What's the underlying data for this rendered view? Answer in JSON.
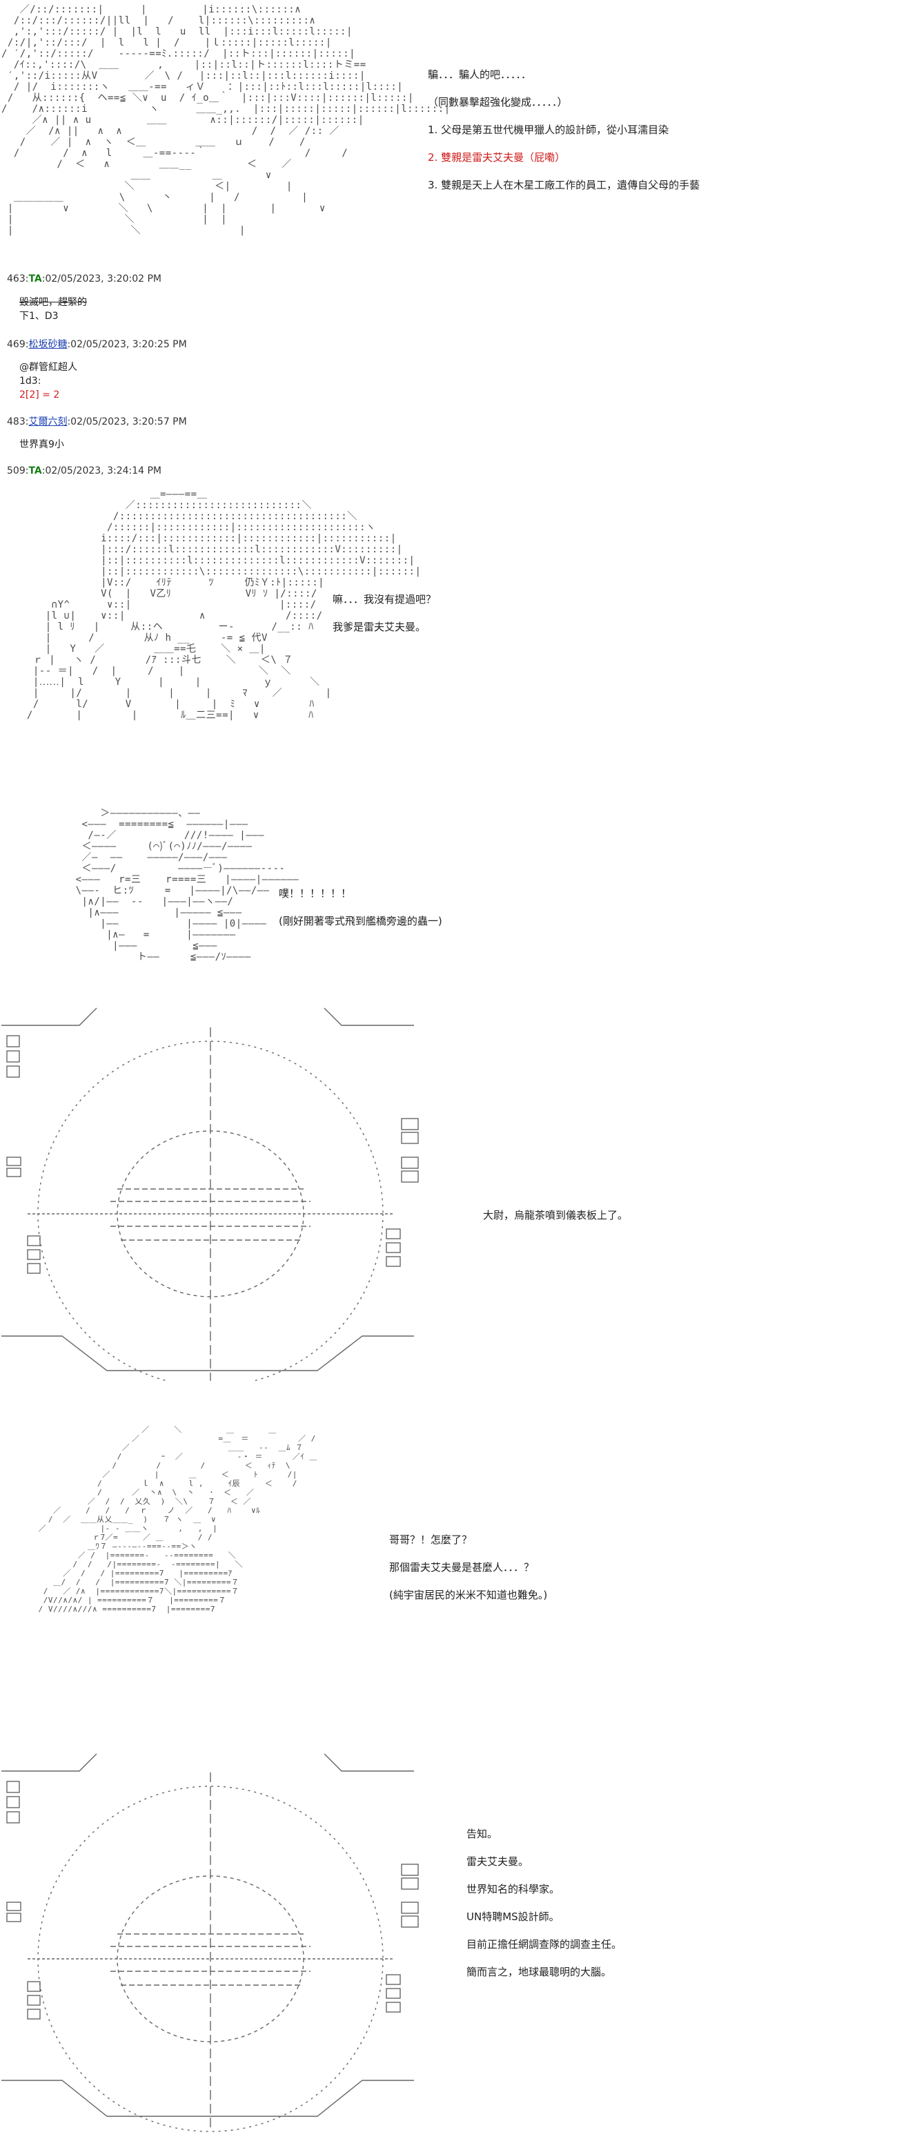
{
  "panel1": {
    "lines": [
      "騙．．．騙人的吧．．．．．",
      "（同數暴擊超強化變成．．．．．）",
      "1. 父母是第五世代機甲獵人的設計師，從小耳濡目染",
      "2. 雙親是雷夫艾夫曼（屁嘞）",
      "3. 雙親是天上人在木星工廠工作的員工，遺傳自父母的手藝"
    ],
    "art": "   ／/::/:::::::|      |         |i::::::\\::::::∧\n  /::/:::/::::::/||ll  |   /    l|::::::\\:::::::::∧\n  ,':,':::/:::::/ |  |l  l   u  ll  |:::i:::l:::::l:::::|\n /:/|,'::/:::/  |  l   l |  /    |ｌ:::::|:::::l:::::|\n/ ′/,'::/:::::/    ‐‐‐‐‐==ﾐ.:::::/  |::ト:::|::::::|:::::|\n  /ｲ::,'::::/\\  ＿＿　　   ,     |::|::l::|ト::::::l::::トミ==\n ′,'::/i:::::从V      　／　\\ / 　|:::|::l::|:::l::::::i::::|\n  / |/  i:::::::ヽ   ＿＿‐==   ィＶ　  ：|:::|::ﾄ::l:::l:::::|l::::|\n /   从::::::{  ヘ==≦ ＼∨  u  / ｲ_o＿｀  |:::|:::V::::|::::::|l:::::|\n/    /∧::::::i          ヽ      ＿＿_,,.  |:::|:::::|:::::|::::::|l::::::|\n     ／∧ || ∧ u         ＿＿       ∧::|::::::/|:::::|::::::|\n    ／  /∧ ||   ∧  ∧                     /  /  ／ /:: ／\n   /    ／ |  ∧  ヽ  ＜＿        ＿＿   ｕ    /    /\n  /       /  ∧   l     ＿‐==‐‐‐‐｀                /     /\n         /  ＜   ∧        ＿＿__         ＜    ／\n                     ＿＿          ＿       ∨\n                    ＼             ＜|         |\n  ＿＿＿＿＿         \\      丶      |   /          |\n |        ∨        ＼   \\        |  |       |       ∨\n |                  ＼           |  |\n |                   ＼                |"
  },
  "p463": {
    "header": {
      "num": "463:",
      "name": "TA",
      "date": ":02/05/2023, 3:20:02 PM"
    },
    "lines": [
      "毀滅吧，趕緊的",
      "下1、D3"
    ]
  },
  "p469": {
    "header": {
      "num": "469:",
      "name": "松坂砂糖",
      "date": ":02/05/2023, 3:20:25 PM"
    },
    "lines": [
      "@群管紅超人",
      "1d3:",
      "2[2] = 2"
    ]
  },
  "p483": {
    "header": {
      "num": "483:",
      "name": "艾爾六刻",
      "date": ":02/05/2023, 3:20:57 PM"
    },
    "lines": [
      "世界真9小"
    ]
  },
  "p509": {
    "header": {
      "num": "509:",
      "name": "TA",
      "date": ":02/05/2023, 3:24:14 PM"
    }
  },
  "panel2": {
    "lines": [
      "嘛．．．我沒有提過吧？",
      "我爹是雷夫艾夫曼。"
    ],
    "art": "                     ＿=―――==＿\n                 ／:::::::::::::::::::::::::::＼\n               /:::::::::::::::::::::::::::::::::::::＼\n              /::::::|::::::::::::|:::::::::::::::::::::ヽ\n             i::::/:::|::::::::::::|::::::::::::|:::::::::::|\n             |:::/::::::l:::::::::::::l::::::::::::V:::::::::|\n             |::|::::::::::l::::::::::::::l::::::::::::V:::::::|\n             |::|::::::::::::\\:::::::::::::::\\:::::::::::|::::::|\n             |V::/    ｲﾘﾃ      ﾂ     仍ﾐＹ:ﾄ|:::::|\n             V(  |   V乙ﾘ            Vﾘ ｿ |/::::/\n     ∩Y^      ∨::|                        |::::/\n    |l ∪|    ∨::|            ∧             /::::/\n    | l ﾘ   |     从::ヘ         ー‐      /__:: ﾊ\n    |      /        从ﾉ h __     ‐= ≦ 代V\n    |   Y   ／        ＿＿==乇    ＼ × ＿|\n  ｒ |   ヽ /        /ｱ :::斗七    ＼    ＜\\ ７\n  |‐‐ ＝|   /  |     /    |            ＼  ＼\n  |‥‥‥|  l     Y      |     |          ｙ      ＼\n  |     |/       |      |     |     ﾏ    ／       |\n  /      l/      V       |     |  ﾐ   ∨        ﾊ\n /       |        |       ﾙ＿二三==|   ∨        ﾊ"
  },
  "panel3": {
    "lines": [
      "噗！！！！！！",
      "(剛好開著零式飛到艦橋旁邊的蟲一)"
    ],
    "art": "          ＞―――――――――――、――\n       <―――  ========≦  ――――――|―――\n        /―‐／           ///!―――― |―――\n       ＜――――     (⌒)ﾞ(⌒)ﾉﾉ/―――/――――\n       ／―  ――    ―――――/―――/―――\n       ＜―――/          ―――――ﾞ)――――――‐‐‐‐\n      <―――   r=三    r====三   |――――|――――――\n      \\――‐  ヒ:ﾂ     =   |――――|/\\――/――\n       |∧/|――  ‐‐   |―――|――ヽ――/\n        |∧―――         |――――― ≦―――\n          |――           |―――― |0|――――\n           |∧―   =      |―――――――\n            |―――         ≦―――\n                ト――     ≦―――/ｿ――――"
  },
  "panel4": {
    "lines": [
      "大尉，烏龍茶噴到儀表板上了。"
    ]
  },
  "panel5": {
    "lines": [
      "哥哥？！怎麼了？",
      "那個雷夫艾夫曼是甚麼人．．．？",
      "(純宇宙居民的米米不知道也難免。)"
    ],
    "art": "                          ／     ＼         ＿       ＿\n                        ／                =＿  ＝          ／ /\n                      ／                    ＿＿   ‐‐  ＿ﾑ ７\n                     /        ｰ  ／           ‐・ ＝      ／ｲ ＿\n                    /        /        /        ＜   ｨﾃ  \\\n                  ／         |      ＿     ＜     ﾄ      /|\n                 /        ｌ  ∧     l ,     ｲ辰     ＜    /\n                 /      ／  丶∧  \\  丶   ･  ＜   ／\n               ／  /  /  乂久  )  ＼\\    ７   ＜ ／ \n        ／     /   /   /  ｒ    ノ  ／   /   ﾊ    ∨ﾙ\n       /  ／  ＿＿从乂＿＿_  )   ７ ヽ  ＿  ∨\n     ／           |‐ ‐ ＿＿ヽ      ,   ,  |\n                ｒ7／=     ／ ＿       / /\n               ＿ﾜ７ ―‐‐‐―‐‐===‐‐==＞ヽ\n             ／ /  |=======‐   ‐‐========   ＼\n            /  /   /|========‐  ‐========|   ＼\n          ／  /   / |=========7   |=========ｱ\n        ＿/  /   /  |==========7 ＼|=========７\n      /   ／ /∧  |============7＼|===========７\n      /V//∧/∧/ | ==========７   |=========７\n     / V////∧///∧ ==========7  |========7"
  },
  "panel6": {
    "lines": [
      "告知。",
      "雷夫艾夫曼。",
      "世界知名的科學家。",
      "UN特聘MS設計師。",
      "目前正擔任網調查隊的調查主任。",
      "簡而言之，地球最聰明的大腦。"
    ]
  }
}
